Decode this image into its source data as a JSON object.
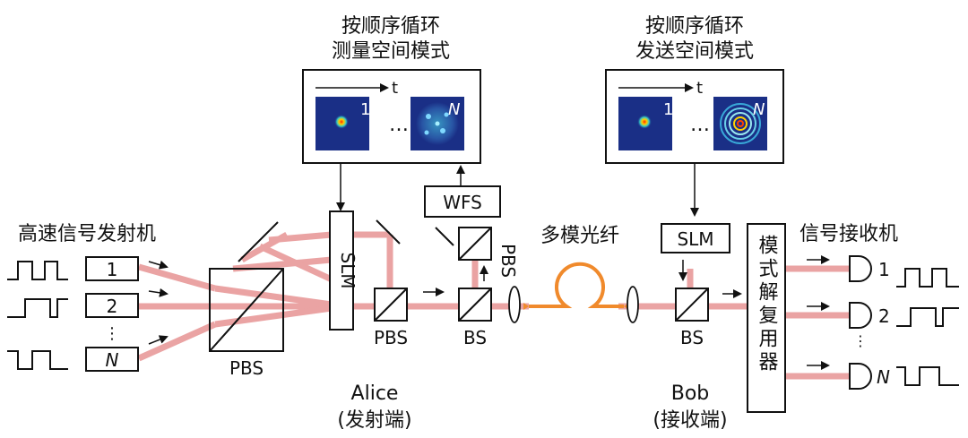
{
  "colors": {
    "beam": "#e89a9a",
    "fiber": "#f08a2c",
    "mode_bg": "#1a2f86",
    "line": "#111111"
  },
  "top_left_title": [
    "按顺序循环",
    "测量空间模式"
  ],
  "top_right_title": [
    "按顺序循环",
    "发送空间模式"
  ],
  "time_label": "t",
  "mode_first": "1",
  "mode_last": "N",
  "ellipsis": "…",
  "wfs": "WFS",
  "slm": "SLM",
  "pbs": "PBS",
  "bs": "BS",
  "fiber": "多模光纤",
  "tx_label": "高速信号发射机",
  "rx_label": "信号接收机",
  "demux": "模式解复用器",
  "channels": [
    "1",
    "2",
    "N"
  ],
  "vdots": "⋮",
  "alice": [
    "Alice",
    "(发射端)"
  ],
  "bob": [
    "Bob",
    "(接收端)"
  ]
}
